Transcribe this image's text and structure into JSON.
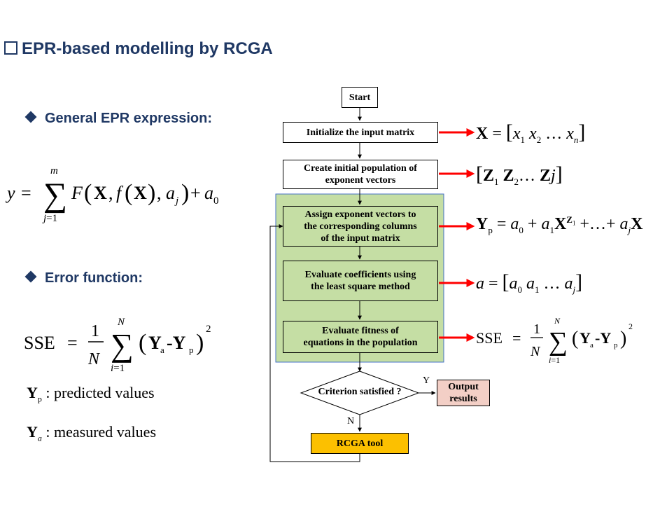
{
  "title": "EPR-based modelling by RCGA",
  "left": {
    "general_label": "General EPR expression:",
    "error_label": "Error function:",
    "yp_symbol": "Y",
    "yp_sub": "p",
    "yp_desc": ": predicted values",
    "ya_symbol": "Y",
    "ya_sub": "a",
    "ya_desc": ": measured values"
  },
  "flow": {
    "start": "Start",
    "init_matrix": "Initialize the input matrix",
    "create_pop_1": "Create initial population of",
    "create_pop_2": "exponent vectors",
    "assign_1": "Assign exponent vectors to",
    "assign_2": "the corresponding columns",
    "assign_3": "of the input matrix",
    "evaluate_coef_1": "Evaluate coefficients using",
    "evaluate_coef_2": "the least square method",
    "fitness_1": "Evaluate fitness of",
    "fitness_2": "equations in the population",
    "criterion": "Criterion satisfied ?",
    "yes": "Y",
    "no": "N",
    "output_1": "Output",
    "output_2": "results",
    "rcga": "RCGA tool"
  },
  "colors": {
    "title": "#1f3864",
    "green_fill": "#c5dea4",
    "green_panel": "#c5dea4",
    "arrow_red": "#ff0000",
    "rcga_fill": "#fcc000",
    "output_fill": "#f3cfc6"
  }
}
